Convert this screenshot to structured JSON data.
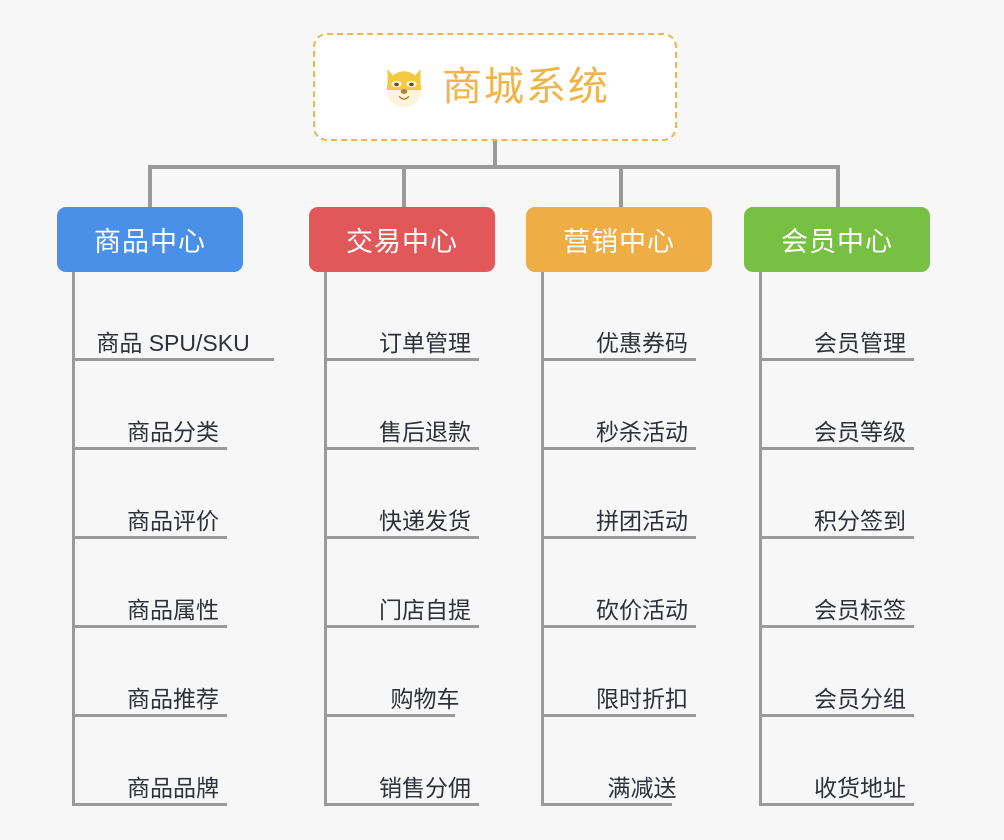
{
  "page": {
    "background_color": "#f7f7f7",
    "type": "mindmap"
  },
  "root": {
    "title": "商城系统",
    "icon": "dog-face-emoji",
    "border_color": "#f0b54a",
    "text_color": "#f0b54a",
    "background_color": "#ffffff"
  },
  "branches": [
    {
      "label": "商品中心",
      "color": "#4a90e8",
      "items": [
        "商品 SPU/SKU",
        "商品分类",
        "商品评价",
        "商品属性",
        "商品推荐",
        "商品品牌"
      ]
    },
    {
      "label": "交易中心",
      "color": "#e2585a",
      "items": [
        "订单管理",
        "售后退款",
        "快递发货",
        "门店自提",
        "购物车",
        "销售分佣"
      ]
    },
    {
      "label": "营销中心",
      "color": "#eead45",
      "items": [
        "优惠券码",
        "秒杀活动",
        "拼团活动",
        "砍价活动",
        "限时折扣",
        "满减送"
      ]
    },
    {
      "label": "会员中心",
      "color": "#78c044",
      "items": [
        "会员管理",
        "会员等级",
        "积分签到",
        "会员标签",
        "会员分组",
        "收货地址"
      ]
    }
  ],
  "connector_color": "#9a9a9a"
}
